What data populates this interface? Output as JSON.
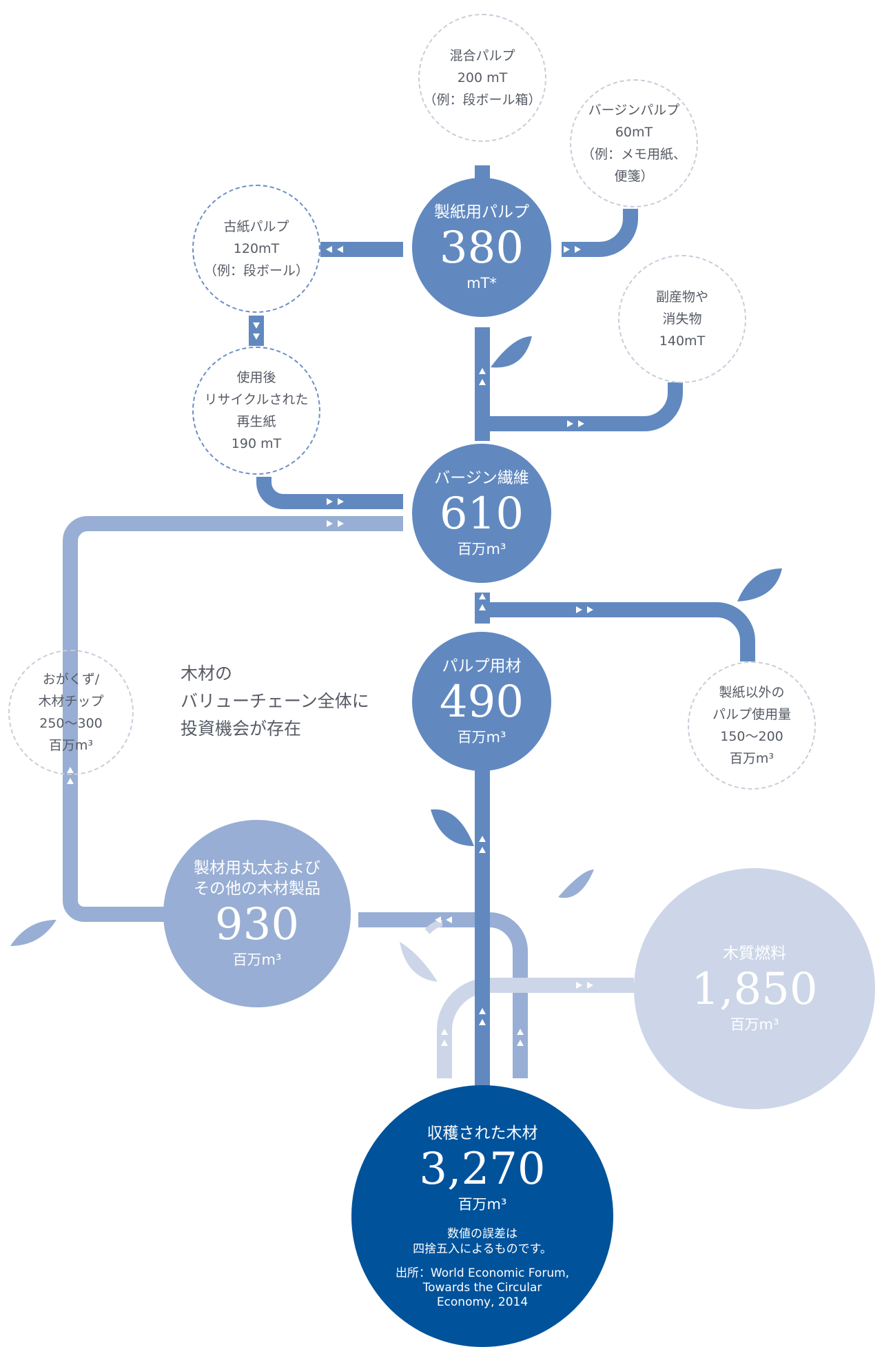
{
  "colors": {
    "dark_blue": "#00529b",
    "mid_blue": "#6189c0",
    "light_blue": "#98aed4",
    "pale_blue": "#cdd6e8",
    "dashed_border": "#c8cdd9",
    "text_gray": "#555a63"
  },
  "nodes": {
    "harvested": {
      "label": "収穫された木材",
      "value": "3,270",
      "unit": "百万m³",
      "note_line1": "数値の誤差は",
      "note_line2": "四捨五入によるものです。",
      "source_line1": "出所：World Economic Forum,",
      "source_line2": "Towards the Circular",
      "source_line3": "Economy, 2014"
    },
    "pulpwood": {
      "label": "パルプ用材",
      "value": "490",
      "unit": "百万m³"
    },
    "virgin_fiber": {
      "label": "バージン繊維",
      "value": "610",
      "unit": "百万m³"
    },
    "paper_pulp": {
      "label": "製紙用パルプ",
      "value": "380",
      "unit": "mT*"
    },
    "lumber": {
      "label_line1": "製材用丸太および",
      "label_line2": "その他の木材製品",
      "value": "930",
      "unit": "百万m³"
    },
    "wood_fuel": {
      "label": "木質燃料",
      "value": "1,850",
      "unit": "百万m³"
    }
  },
  "bubbles": {
    "mixed_pulp": {
      "line1": "混合パルプ",
      "line2": "200 mT",
      "line3": "（例：段ボール箱）"
    },
    "virgin_pulp": {
      "line1": "バージンパルプ",
      "line2": "60mT",
      "line3": "（例：メモ用紙、",
      "line4": "便箋）"
    },
    "recovered_pulp": {
      "line1": "古紙パルプ",
      "line2": "120mT",
      "line3": "（例：段ボール）"
    },
    "byproducts": {
      "line1": "副産物や",
      "line2": "消失物",
      "line3": "140mT"
    },
    "recycled_paper": {
      "line1": "使用後",
      "line2": "リサイクルされた",
      "line3": "再生紙",
      "line4": "190 mT"
    },
    "sawdust": {
      "line1": "おがくず/",
      "line2": "木材チップ",
      "line3": "250〜300",
      "line4": "百万m³"
    },
    "non_paper_pulp": {
      "line1": "製紙以外の",
      "line2": "パルプ使用量",
      "line3": "150〜200",
      "line4": "百万m³"
    }
  },
  "annotation": {
    "line1": "木材の",
    "line2": "バリューチェーン全体に",
    "line3": "投資機会が存在"
  }
}
